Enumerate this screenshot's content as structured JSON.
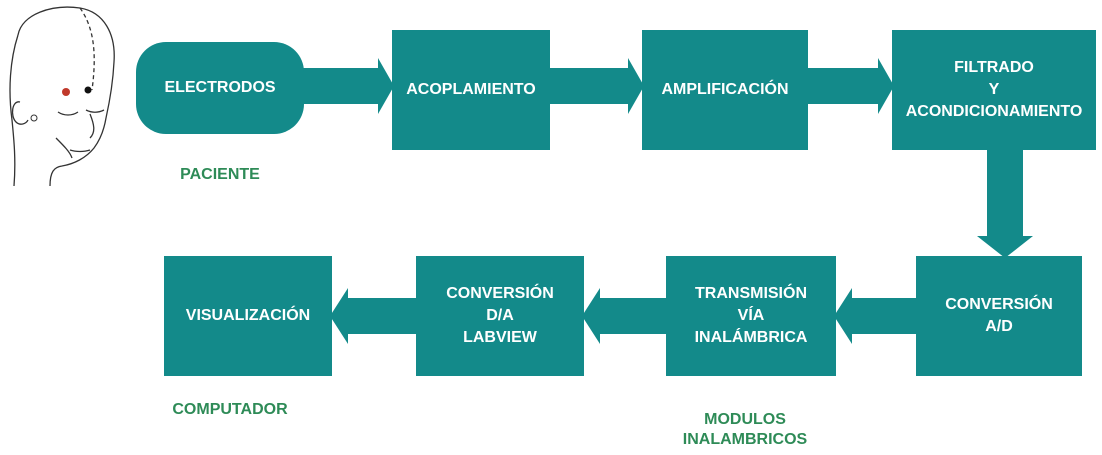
{
  "blocks": {
    "electrodos": "ELECTRODOS",
    "acoplamiento": "ACOPLAMIENTO",
    "amplificacion": "AMPLIFICACIÓN",
    "filtrado": "FILTRADO\nY\nACONDICIONAMIENTO",
    "conversion_ad": "CONVERSIÓN\nA/D",
    "transmision": "TRANSMISIÓN\nVÍA\nINALÁMBRICA",
    "conversion_da": "CONVERSIÓN\nD/A\nLABVIEW",
    "visualizacion": "VISUALIZACIÓN"
  },
  "captions": {
    "paciente": "PACIENTE",
    "computador": "COMPUTADOR",
    "modulos": "MODULOS\nINALAMBRICOS"
  },
  "colors": {
    "block_fill": "#138a8a",
    "arrow_fill": "#138a8a",
    "caption_text": "#2e8b57",
    "electrode_red": "#c0392b",
    "electrode_black": "#111111"
  }
}
